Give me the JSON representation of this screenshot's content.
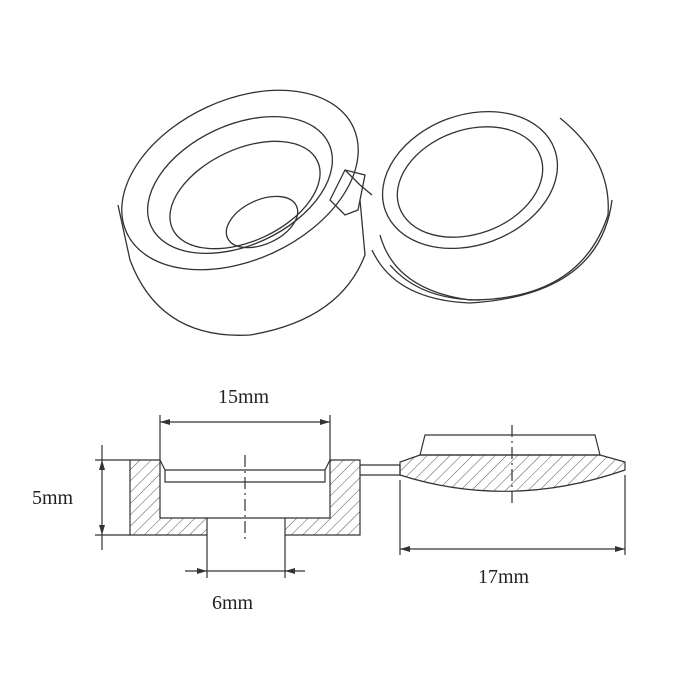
{
  "dimensions": {
    "width_top": "15mm",
    "height": "5mm",
    "hole": "6mm",
    "cap_width": "17mm"
  },
  "colors": {
    "line": "#333333",
    "hatch": "#555555"
  }
}
